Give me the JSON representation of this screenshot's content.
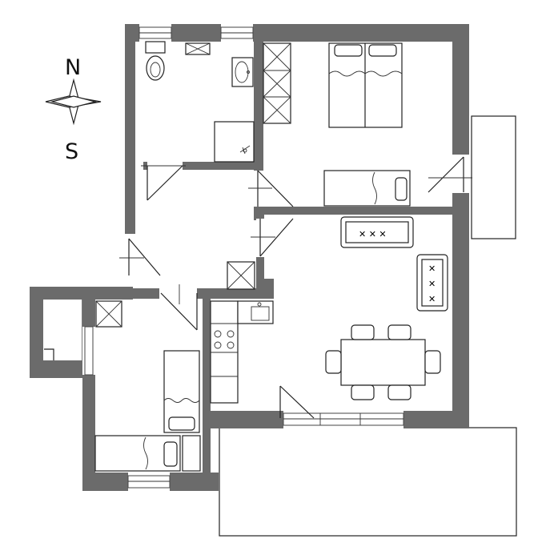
{
  "compass": {
    "north": "N",
    "south": "S"
  },
  "colors": {
    "wall": "#6b6b6b",
    "line": "#222222",
    "background": "#ffffff"
  },
  "rooms": [
    "bathroom",
    "bedroom-double",
    "hallway",
    "living-dining-kitchen",
    "bedroom-small",
    "storage",
    "terrace",
    "balcony"
  ]
}
